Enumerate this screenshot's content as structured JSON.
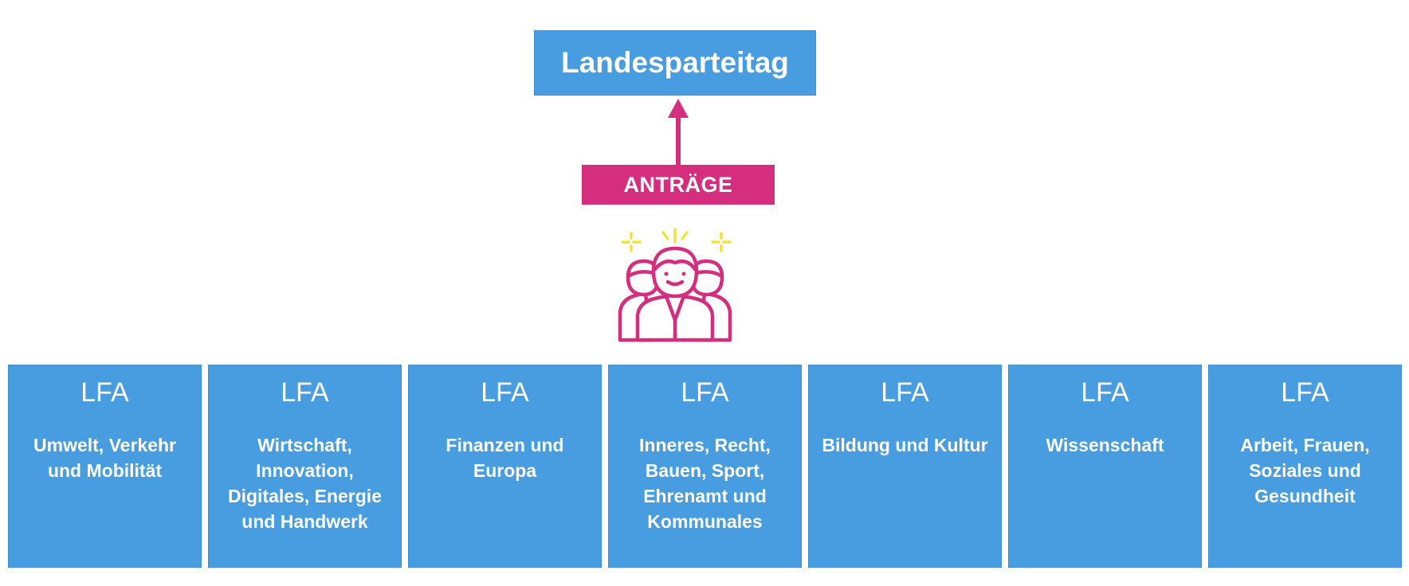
{
  "colors": {
    "box_blue": "#479ddf",
    "accent_pink": "#d62e7e",
    "spark_yellow": "#f2e23a",
    "text_white": "#ffffff"
  },
  "top": {
    "title": "Landesparteitag"
  },
  "arrow": {
    "label": "ANTRÄGE"
  },
  "icons": {
    "group": "people-group-icon",
    "sparkles": "sparkle-icon"
  },
  "lfa": [
    {
      "title": "LFA",
      "text": "Umwelt, Verkehr und Mobilität"
    },
    {
      "title": "LFA",
      "text": "Wirtschaft, Innovation, Digitales, Energie und Handwerk"
    },
    {
      "title": "LFA",
      "text": "Finanzen und Europa"
    },
    {
      "title": "LFA",
      "text": "Inneres, Recht, Bauen, Sport, Ehrenamt und Kommunales"
    },
    {
      "title": "LFA",
      "text": "Bildung und Kultur"
    },
    {
      "title": "LFA",
      "text": "Wissenschaft"
    },
    {
      "title": "LFA",
      "text": "Arbeit, Frauen, Soziales und Gesundheit"
    }
  ]
}
